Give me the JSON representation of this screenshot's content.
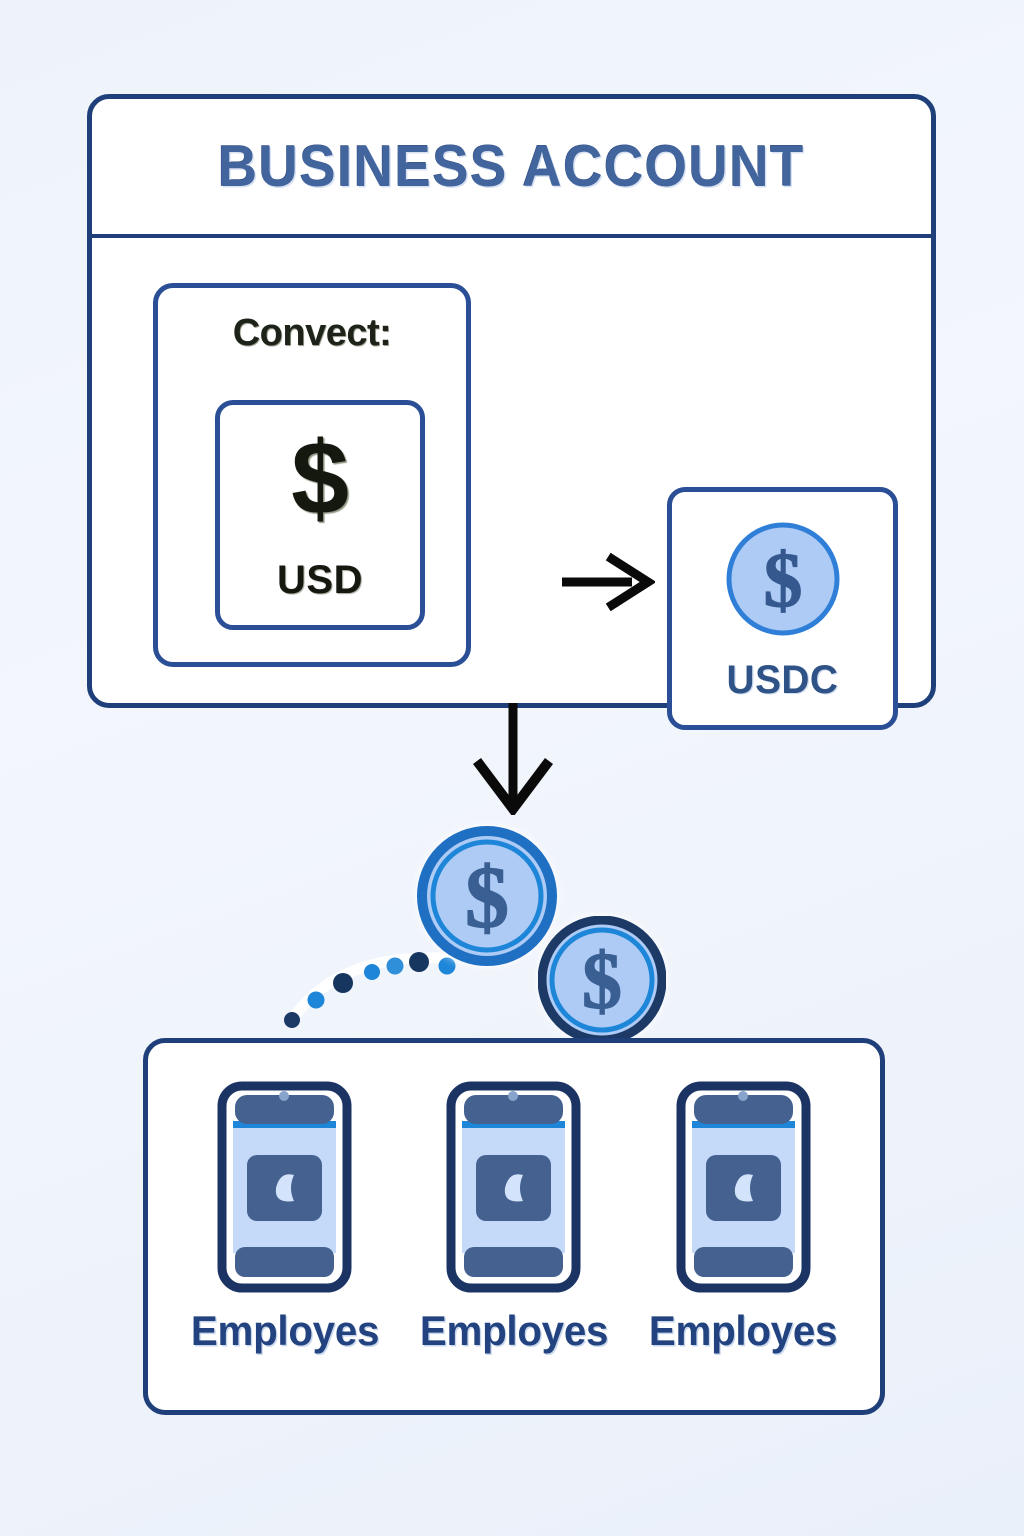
{
  "page": {
    "background_color": "#eef3fb",
    "accent_dark": "#1f3f7a",
    "accent_mid": "#2a4f96",
    "accent_bright": "#2f7fd8",
    "coin_fill": "#aecbf5",
    "text_dark": "#14180f"
  },
  "business_card": {
    "title": "BUSINESS ACCOUNT",
    "convert": {
      "label": "Convect:",
      "source": {
        "symbol": "$",
        "label": "USD",
        "icon": "dollar-sign"
      },
      "arrow_icon": "arrow-right",
      "target": {
        "symbol": "$",
        "label": "USDC",
        "icon": "usdc-coin"
      }
    }
  },
  "flow": {
    "payout_arrow_icon": "arrow-down",
    "coins": [
      {
        "symbol": "$",
        "icon": "usdc-coin",
        "ring_color": "#1f6fc2"
      },
      {
        "symbol": "$",
        "icon": "usdc-coin",
        "ring_color": "#1d3966"
      }
    ],
    "trail_icon": "dotted-trail",
    "trail_dots": 7
  },
  "employees_card": {
    "items": [
      {
        "label": "Employes",
        "icon": "mobile-phone-icon"
      },
      {
        "label": "Employes",
        "icon": "mobile-phone-icon"
      },
      {
        "label": "Employes",
        "icon": "mobile-phone-icon"
      }
    ]
  }
}
